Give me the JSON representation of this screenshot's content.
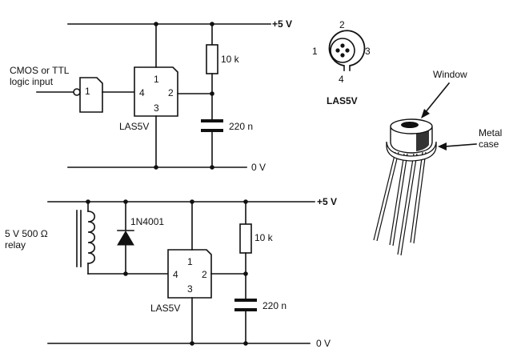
{
  "top_circuit": {
    "supply_label": "+5 V",
    "ground_label": "0 V",
    "input_label_line1": "CMOS or TTL",
    "input_label_line2": "logic input",
    "gate_pin": "1",
    "ic_label": "LAS5V",
    "ic_pins": [
      "1",
      "2",
      "3",
      "4"
    ],
    "resistor_label": "10 k",
    "capacitor_label": "220 n"
  },
  "bottom_circuit": {
    "supply_label": "+5 V",
    "ground_label": "0 V",
    "relay_label_line1": "5 V 500 Ω",
    "relay_label_line2": "relay",
    "diode_label": "1N4001",
    "ic_label": "LAS5V",
    "ic_pins": [
      "1",
      "2",
      "3",
      "4"
    ],
    "resistor_label": "10 k",
    "capacitor_label": "220 n"
  },
  "pinout": {
    "pins": [
      "1",
      "2",
      "3",
      "4"
    ],
    "label": "LAS5V"
  },
  "package": {
    "window_label": "Window",
    "case_label_line1": "Metal",
    "case_label_line2": "case"
  }
}
